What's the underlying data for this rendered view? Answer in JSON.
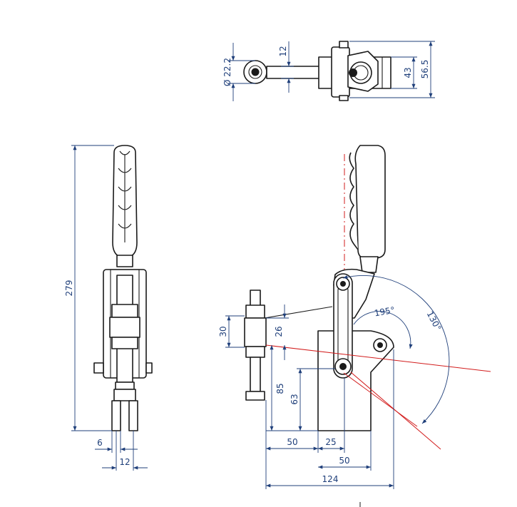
{
  "diagram": {
    "colors": {
      "outline": "#1a1a1a",
      "dimension": "#1f3f7a",
      "centerline": "#d21c1c",
      "background": "#ffffff"
    },
    "top_view": {
      "diameter": "Ø 22.2",
      "width_12": "12",
      "height_43": "43",
      "height_56_5": "56.5"
    },
    "front_view": {
      "height_279": "279",
      "width_6": "6",
      "width_12": "12"
    },
    "side_view": {
      "height_30": "30",
      "height_26": "26",
      "height_85": "85",
      "height_63": "63",
      "width_50a": "50",
      "width_25": "25",
      "width_50b": "50",
      "width_124": "124",
      "angle_195": "195°",
      "angle_130": "130°"
    }
  }
}
